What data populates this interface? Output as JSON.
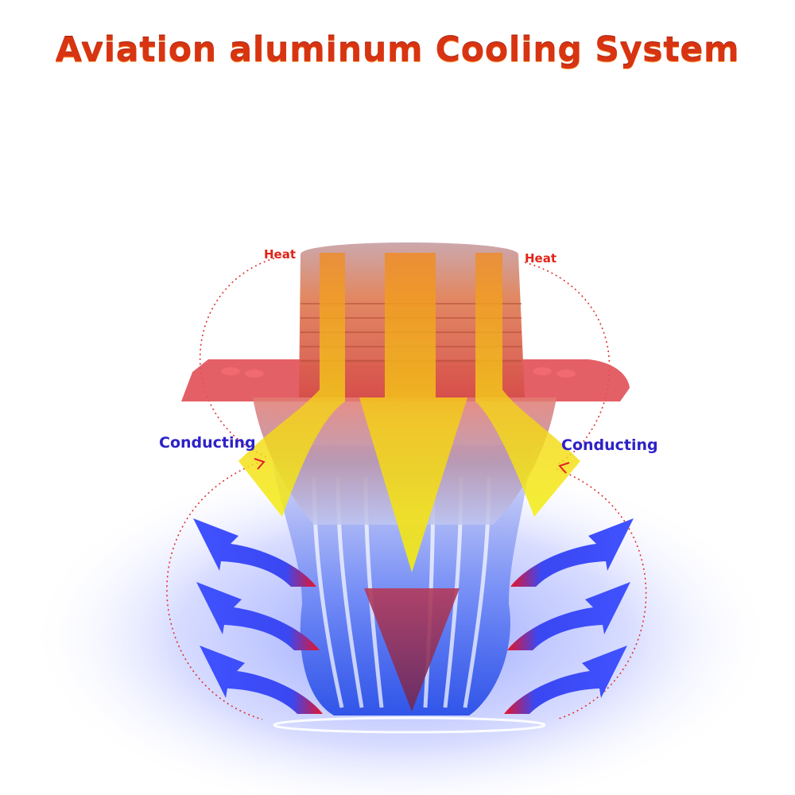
{
  "title": "Aviation aluminum Cooling System",
  "labels": {
    "heat_left": "Heat",
    "heat_right": "Heat",
    "conducting_left": "Conducting",
    "conducting_right": "Conducting"
  },
  "colors": {
    "title": "#d83412",
    "heat_label": "#e2231a",
    "conducting_label": "#2d22c8",
    "dotted_path": "#e03030",
    "cooling_arrow": "#3344ff",
    "heat_arrow_yellow": "#f4ee10",
    "heat_arrow_orange": "#f08a20",
    "core_arrow": "#8e2a55"
  },
  "icons": [
    "heat-down-arrow",
    "cooling-curved-arrow",
    "conducting-arrowhead"
  ]
}
